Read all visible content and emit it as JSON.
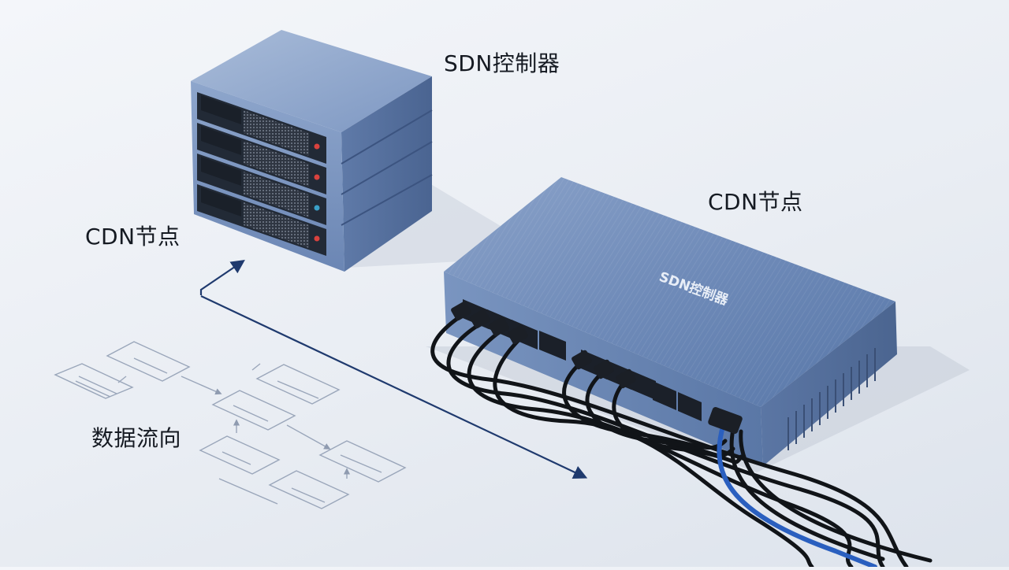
{
  "labels": {
    "sdn_controller": "SDN控制器",
    "cdn_node_left": "CDN节点",
    "cdn_node_right": "CDN节点",
    "data_flow": "数据流向",
    "switch_brand": "SDN控制器"
  },
  "colors": {
    "server_body": "#7e98c4",
    "switch_body": "#6f8bb9",
    "arrow": "#1f3a6e",
    "cable_blue": "#2a5fbf",
    "cable_black": "#111418"
  },
  "icons": [
    "server-rack-icon",
    "network-switch-icon",
    "ethernet-port-icon",
    "arrow-icon"
  ]
}
